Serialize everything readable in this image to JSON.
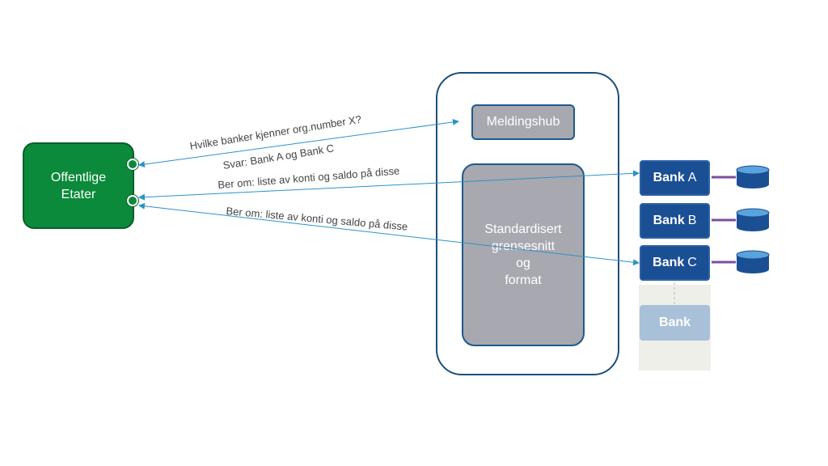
{
  "agency": {
    "line1": "Offentlige",
    "line2": "Etater"
  },
  "hub": {
    "label": "Meldingshub"
  },
  "standard": {
    "line1": "Standardisert",
    "line2": "grensesnitt",
    "line3": "og",
    "line4": "format"
  },
  "banks": [
    {
      "word": "Bank",
      "letter": "A"
    },
    {
      "word": "Bank",
      "letter": "B"
    },
    {
      "word": "Bank",
      "letter": "C"
    }
  ],
  "ghost_bank": {
    "label": "Bank"
  },
  "messages": {
    "query": "Hvilke banker kjenner org.number X?",
    "answer": "Svar: Bank A og Bank C",
    "request_a": "Ber om: liste av konti og saldo på disse",
    "request_c": "Ber om: liste av konti og saldo på disse"
  },
  "colors": {
    "agency": "#0a8a3a",
    "hub_fill": "#a8a8b0",
    "bank": "#1b4f94",
    "arrow": "#2a93c9",
    "db_connector": "#7a4fa0"
  }
}
